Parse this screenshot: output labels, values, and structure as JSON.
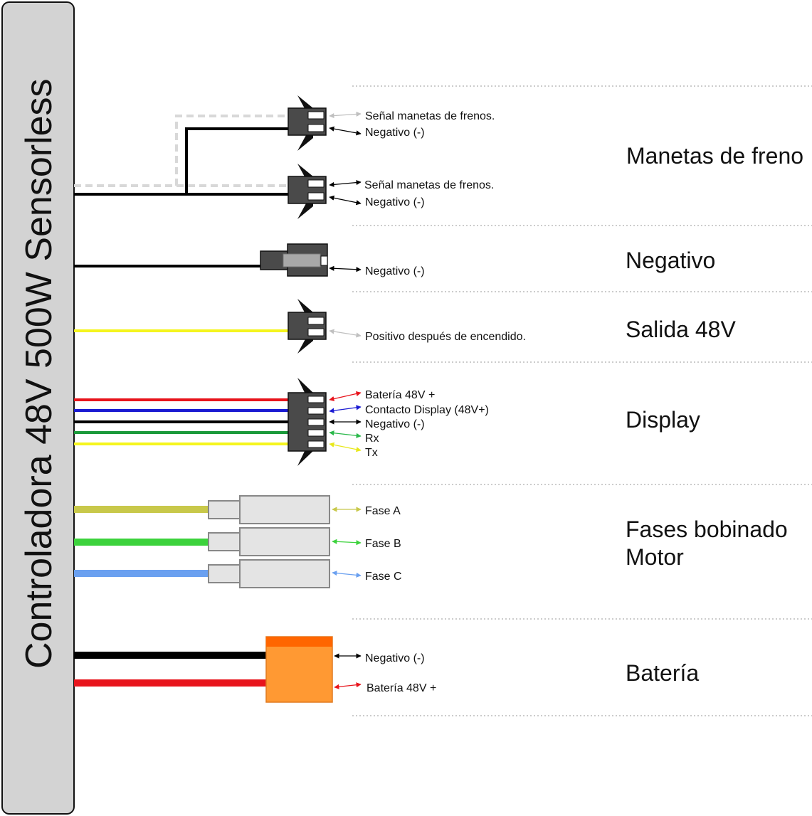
{
  "controller": {
    "title": "Controladora 48V 500W Sensorless"
  },
  "sections": {
    "brakes": {
      "title": "Manetas de freno",
      "connector1": {
        "signal": "Señal manetas de frenos.",
        "negative": "Negativo (-)"
      },
      "connector2": {
        "signal": "Señal manetas de frenos.",
        "negative": "Negativo (-)"
      }
    },
    "negative": {
      "title": "Negativo",
      "pin": "Negativo (-)"
    },
    "output48": {
      "title": "Salida 48V",
      "pin": "Positivo después de encendido."
    },
    "display": {
      "title": "Display",
      "pins": [
        "Batería 48V +",
        "Contacto Display (48V+)",
        "Negativo (-)",
        "Rx",
        "Tx"
      ]
    },
    "motor": {
      "title_line1": "Fases bobinado",
      "title_line2": "Motor",
      "phases": [
        "Fase A",
        "Fase B",
        "Fase C"
      ]
    },
    "battery": {
      "title": "Batería",
      "negative": "Negativo (-)",
      "positive": "Batería 48V +"
    }
  },
  "colors": {
    "black": "#000000",
    "red": "#e8141c",
    "blue": "#1a1ad2",
    "green": "#1a9a3a",
    "yellow": "#f5f51e",
    "dashed_gray": "#d8d8d8",
    "olive": "#c8c84a",
    "phase_green": "#3cd23c",
    "phase_blue": "#6aa0f0",
    "battery_orange": "#ff9933",
    "battery_top": "#ff6600",
    "connector_dark": "#4a4a4a",
    "controller_fill": "#d3d3d3"
  }
}
